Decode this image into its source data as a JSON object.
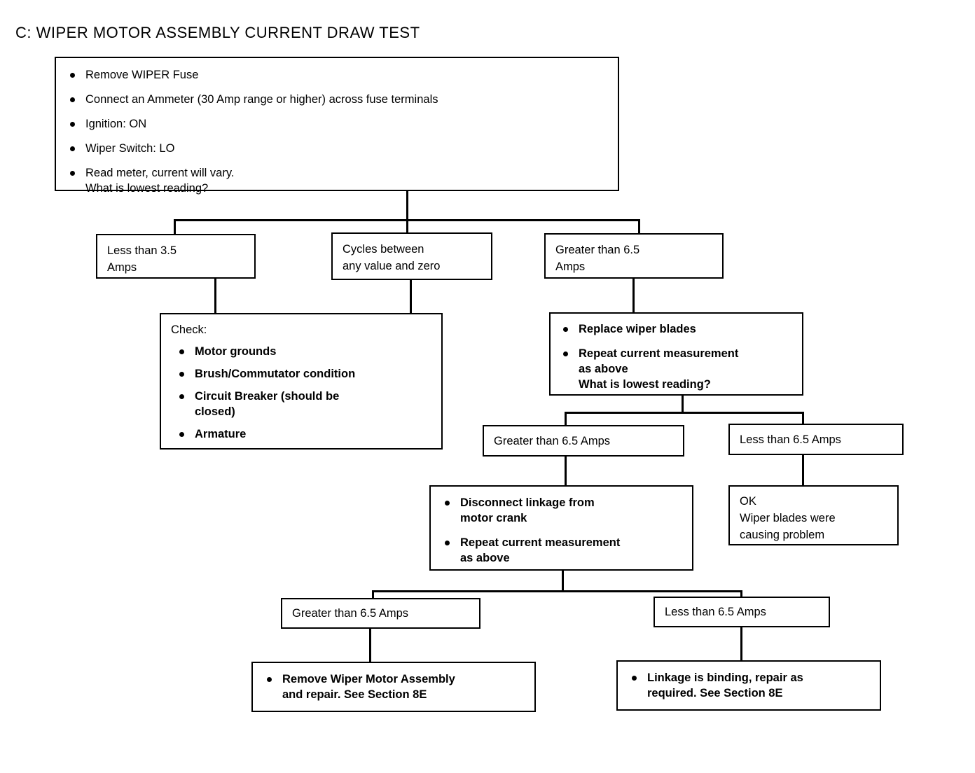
{
  "document": {
    "title": "C: WIPER MOTOR ASSEMBLY CURRENT DRAW TEST"
  },
  "chart_data": {
    "type": "diagram",
    "diagram_kind": "flowchart",
    "title": "C: WIPER MOTOR ASSEMBLY CURRENT DRAW TEST",
    "orientation": "top-down",
    "nodes": [
      {
        "id": "start",
        "kind": "procedure",
        "label": "Remove WIPER Fuse; Connect an Ammeter (30 Amp range or higher) across fuse terminals; Ignition: ON; Wiper Switch: LO; Read meter, current will vary. What is lowest reading?"
      },
      {
        "id": "less35",
        "kind": "decision",
        "label": "Less than 3.5 Amps"
      },
      {
        "id": "cycles",
        "kind": "decision",
        "label": "Cycles between any value and zero"
      },
      {
        "id": "greater65",
        "kind": "decision",
        "label": "Greater than 6.5 Amps"
      },
      {
        "id": "check",
        "kind": "action",
        "label": "Check: Motor grounds; Brush/Commutator condition; Circuit Breaker (should be closed); Armature"
      },
      {
        "id": "replace",
        "kind": "action",
        "label": "Replace wiper blades; Repeat current measurement as above. What is lowest reading?"
      },
      {
        "id": "greater65b",
        "kind": "decision",
        "label": "Greater than 6.5 Amps"
      },
      {
        "id": "less65b",
        "kind": "decision",
        "label": "Less than 6.5 Amps"
      },
      {
        "id": "disconnect",
        "kind": "action",
        "label": "Disconnect linkage from motor crank; Repeat current measurement as above"
      },
      {
        "id": "ok",
        "kind": "terminal",
        "label": "OK Wiper blades were causing problem"
      },
      {
        "id": "greater65c",
        "kind": "decision",
        "label": "Greater than 6.5 Amps"
      },
      {
        "id": "less65c",
        "kind": "decision",
        "label": "Less than 6.5 Amps"
      },
      {
        "id": "removemotor",
        "kind": "terminal",
        "label": "Remove Wiper Motor Assembly and repair. See Section 8E"
      },
      {
        "id": "linkagebind",
        "kind": "terminal",
        "label": "Linkage is binding, repair as required. See Section 8E"
      }
    ],
    "edges": [
      {
        "from": "start",
        "to": "less35"
      },
      {
        "from": "start",
        "to": "cycles"
      },
      {
        "from": "start",
        "to": "greater65"
      },
      {
        "from": "less35",
        "to": "check"
      },
      {
        "from": "cycles",
        "to": "check"
      },
      {
        "from": "greater65",
        "to": "replace"
      },
      {
        "from": "replace",
        "to": "greater65b"
      },
      {
        "from": "replace",
        "to": "less65b"
      },
      {
        "from": "greater65b",
        "to": "disconnect"
      },
      {
        "from": "less65b",
        "to": "ok"
      },
      {
        "from": "disconnect",
        "to": "greater65c"
      },
      {
        "from": "disconnect",
        "to": "less65c"
      },
      {
        "from": "greater65c",
        "to": "removemotor"
      },
      {
        "from": "less65c",
        "to": "linkagebind"
      }
    ]
  },
  "boxes": {
    "start": {
      "bullets": [
        "Remove WIPER Fuse",
        "Connect an Ammeter (30 Amp range or higher) across fuse terminals",
        "Ignition: ON",
        "Wiper Switch: LO",
        "Read meter, current will vary.\nWhat is lowest reading?"
      ]
    },
    "less_than_35": {
      "text": "Less than 3.5\nAmps"
    },
    "cycles": {
      "text": "Cycles between\nany value and zero"
    },
    "greater_than_65_top": {
      "text": "Greater than 6.5\nAmps"
    },
    "check": {
      "heading": "Check:",
      "bullets": [
        "Motor grounds",
        "Brush/Commutator condition",
        "Circuit Breaker (should be\nclosed)",
        "Armature"
      ]
    },
    "replace": {
      "bullets": [
        "Replace wiper blades",
        "Repeat current measurement\nas above\nWhat is lowest reading?"
      ]
    },
    "greater_than_65_mid": {
      "text": "Greater than 6.5 Amps"
    },
    "less_than_65_mid": {
      "text": "Less than 6.5 Amps"
    },
    "disconnect": {
      "bullets": [
        "Disconnect linkage from\nmotor crank",
        "Repeat current measurement\nas above"
      ]
    },
    "ok": {
      "text": "OK\nWiper blades were\ncausing problem"
    },
    "greater_than_65_bottom": {
      "text": "Greater than 6.5 Amps"
    },
    "less_than_65_bottom": {
      "text": "Less than 6.5 Amps"
    },
    "remove_motor": {
      "bullets": [
        "Remove Wiper Motor Assembly\nand repair. See Section 8E"
      ]
    },
    "linkage_binding": {
      "bullets": [
        "Linkage is binding, repair as\nrequired. See Section 8E"
      ]
    }
  },
  "colors": {
    "ink": "#000000",
    "paper": "#ffffff"
  }
}
